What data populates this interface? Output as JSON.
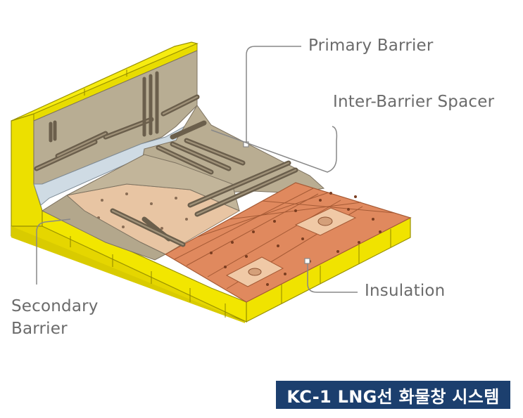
{
  "labels": {
    "primary_barrier": "Primary Barrier",
    "inter_barrier_spacer": "Inter-Barrier Spacer",
    "insulation": "Insulation",
    "secondary_barrier_line1": "Secondary",
    "secondary_barrier_line2": "Barrier"
  },
  "caption": "KC-1 LNG선 화물창 시스템",
  "colors": {
    "insulation_yellow": "#f2e400",
    "primary_membrane": "#b5a98e",
    "secondary_membrane": "#e8c5a3",
    "insulation_tiles": "#e0895e",
    "spacer_blue": "#cdd8e2",
    "caption_bg": "#1c3f6e"
  }
}
